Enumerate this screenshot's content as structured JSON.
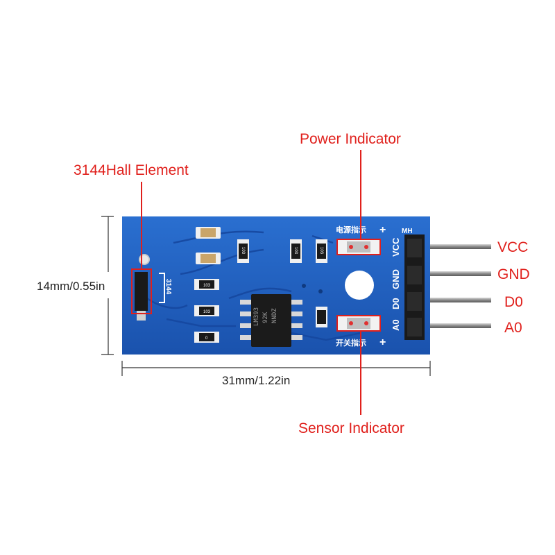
{
  "callouts": {
    "hall_element": "3144Hall Element",
    "power_indicator": "Power Indicator",
    "sensor_indicator": "Sensor Indicator"
  },
  "dimensions": {
    "height": "14mm/0.55in",
    "width": "31mm/1.22in"
  },
  "pins": [
    "VCC",
    "GND",
    "D0",
    "A0"
  ],
  "board": {
    "pin_header_labels": [
      "VCC",
      "GND",
      "D0",
      "A0"
    ],
    "header_mark": "MH",
    "plus_top": "+",
    "plus_bottom": "+",
    "power_led_cn": "电源指示",
    "switch_led_cn": "开关指示",
    "hall_part": "3144",
    "chip_lines": [
      "LM393",
      "92K",
      "NNDZ"
    ],
    "resistor_codes": [
      "103",
      "103",
      "103",
      "103",
      "103",
      "0"
    ]
  },
  "colors": {
    "pcb": "#1f5fbf",
    "callout": "#e0201c",
    "pin_metal": "#9a9a9a",
    "header": "#1a1a1a"
  }
}
